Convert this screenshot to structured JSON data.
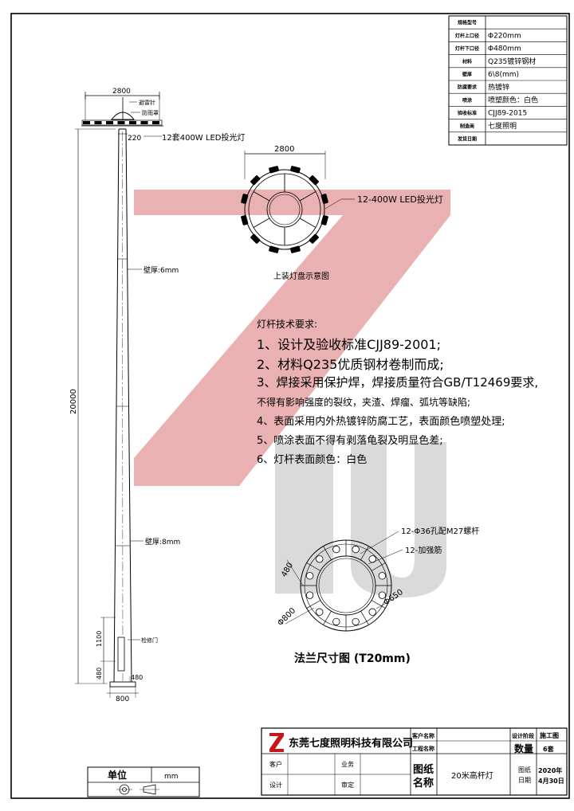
{
  "spec_table": {
    "rows": [
      {
        "label": "规格型号",
        "value": ""
      },
      {
        "label": "灯杆上口径",
        "value": "Φ220mm"
      },
      {
        "label": "灯杆下口径",
        "value": "Φ480mm"
      },
      {
        "label": "材料",
        "value": "Q235镀锌钢材"
      },
      {
        "label": "壁厚",
        "value": "6\\8(mm)"
      },
      {
        "label": "防腐要求",
        "value": "热镀锌"
      },
      {
        "label": "喷涂",
        "value": "喷塑颜色：白色"
      },
      {
        "label": "验收标准",
        "value": "CJJ89-2015"
      },
      {
        "label": "制造商",
        "value": "七度照明"
      },
      {
        "label": "发货日期",
        "value": ""
      }
    ]
  },
  "elevation": {
    "top_width": "2800",
    "lightning_rod": "避雷针",
    "rain_cover": "防雨罩",
    "top_diameter": "220",
    "lamp_label": "12套400W LED投光灯",
    "wall_upper": "壁厚:6mm",
    "wall_lower": "壁厚:8mm",
    "height": "20000",
    "door_height": "1100",
    "door_bottom": "480",
    "door_label": "检修门",
    "base_diameter": "480",
    "base_width": "800"
  },
  "disc_view": {
    "width": "2800",
    "lamp_label": "12-400W LED投光灯",
    "title": "上装灯盘示意图"
  },
  "requirements": {
    "title": "灯杆技术要求:",
    "lines": [
      "1、设计及验收标准CJJ89-2001;",
      "2、材料Q235优质钢材卷制而成;",
      "3、焊接采用保护焊，焊接质量符合GB/T12469要求,",
      "不得有影响强度的裂纹，夹渣、焊瘤、弧坑等缺陷;",
      "4、表面采用内外热镀锌防腐工艺，表面颜色喷塑处理;",
      "5、喷涂表面不得有剥落龟裂及明显色差;",
      "6、灯杆表面颜色：白色"
    ]
  },
  "flange": {
    "hole_label": "12-Φ36孔配M27螺杆",
    "rib_label": "12-加强筋",
    "inner_size": "480",
    "outer_diameter": "Φ800",
    "bolt_circle": "Φ650",
    "title": "法兰尺寸图 (T20mm)"
  },
  "unit_box": {
    "label": "单位",
    "value": "mm"
  },
  "title_block": {
    "company": "东莞七度照明科技有限公司",
    "client_name_label": "客户名称",
    "project_name_label": "工程名称",
    "client_label": "客户",
    "business_label": "业务",
    "design_label": "设计",
    "review_label": "审定",
    "drawing_name_label": "图纸名称",
    "drawing_name": "20米高杆灯",
    "design_stage_label": "设计阶段",
    "design_stage": "施工图",
    "quantity_label": "数量",
    "quantity": "6套",
    "date_label": "图纸日期",
    "date_year": "2020年",
    "date_day": "4月30日"
  },
  "colors": {
    "watermark_red": "#e5a3a5",
    "watermark_gray": "#d6d6d6",
    "logo_red": "#c8161d"
  }
}
